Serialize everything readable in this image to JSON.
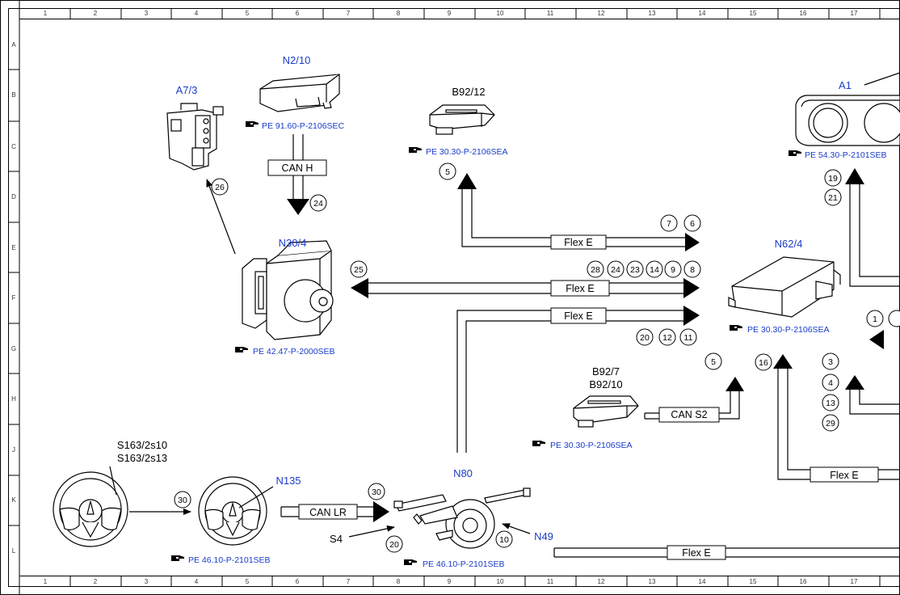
{
  "ruler": {
    "columns": [
      "1",
      "2",
      "3",
      "4",
      "5",
      "6",
      "7",
      "8",
      "9",
      "10",
      "11",
      "12",
      "13",
      "14",
      "15",
      "16",
      "17"
    ],
    "rows": [
      "A",
      "B",
      "C",
      "D",
      "E",
      "F",
      "G",
      "H",
      "J",
      "K",
      "L"
    ]
  },
  "components": {
    "a7_3": "A7/3",
    "n2_10": "N2/10",
    "b92_12": "B92/12",
    "a1": "A1",
    "n30_4": "N30/4",
    "n62_4": "N62/4",
    "b92_7": "B92/7",
    "b92_10": "B92/10",
    "s163_2s10": "S163/2s10",
    "s163_2s13": "S163/2s13",
    "n135": "N135",
    "n80": "N80",
    "s4": "S4",
    "n49": "N49"
  },
  "refs": {
    "n2_10": "PE 91.60-P-2106SEC",
    "b92_12": "PE 30.30-P-2106SEA",
    "a1": "PE 54.30-P-2101SEB",
    "n30_4": "PE 42.47-P-2000SEB",
    "n62_4": "PE 30.30-P-2106SEA",
    "b92_7": "PE 30.30-P-2106SEA",
    "n135": "PE 46.10-P-2101SEB",
    "n80": "PE 46.10-P-2101SEB"
  },
  "buses": {
    "can_h": "CAN H",
    "flex_e_1": "Flex E",
    "flex_e_2": "Flex E",
    "flex_e_3": "Flex E",
    "can_s2": "CAN S2",
    "flex_e_4": "Flex E",
    "can_lr": "CAN LR",
    "flex_e_5": "Flex E"
  },
  "signals": {
    "n26": "26",
    "n24": "24",
    "n5a": "5",
    "n7": "7",
    "n6": "6",
    "n19": "19",
    "n21": "21",
    "n25": "25",
    "n28": "28",
    "n24b": "24",
    "n23": "23",
    "n14": "14",
    "n9": "9",
    "n8": "8",
    "n20": "20",
    "n12": "12",
    "n11": "11",
    "n1": "1",
    "n5b": "5",
    "n16": "16",
    "n3": "3",
    "n4": "4",
    "n13": "13",
    "n29": "29",
    "n30a": "30",
    "n30b": "30",
    "n20b": "20",
    "n10": "10"
  },
  "colors": {
    "component_label": "#1a3cc8",
    "line": "#000000"
  },
  "icons": {
    "reference": "pointing-hand-icon"
  }
}
